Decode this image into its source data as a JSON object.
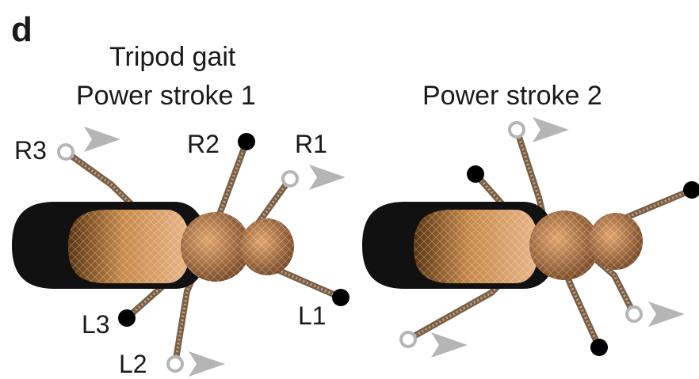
{
  "figure": {
    "panel_label": "d",
    "title": "Tripod gait",
    "panels": [
      {
        "title": "Power stroke 1",
        "legs": [
          {
            "label": "R3",
            "state": "swing"
          },
          {
            "label": "R2",
            "state": "stance"
          },
          {
            "label": "R1",
            "state": "swing"
          },
          {
            "label": "L1",
            "state": "stance"
          },
          {
            "label": "L2",
            "state": "swing"
          },
          {
            "label": "L3",
            "state": "stance"
          }
        ]
      },
      {
        "title": "Power stroke 2",
        "legs": [
          {
            "label": "",
            "state": "stance"
          },
          {
            "label": "",
            "state": "swing"
          },
          {
            "label": "",
            "state": "stance"
          },
          {
            "label": "",
            "state": "swing"
          },
          {
            "label": "",
            "state": "stance"
          },
          {
            "label": "",
            "state": "swing"
          }
        ]
      }
    ],
    "colors": {
      "stance_foot": "#000000",
      "swing_foot": "#b5b5b5",
      "arrow": "#b5b5b5",
      "body_shell": "#101010",
      "body_segment": "#c48a52",
      "leg": "#8a6a4e"
    }
  }
}
